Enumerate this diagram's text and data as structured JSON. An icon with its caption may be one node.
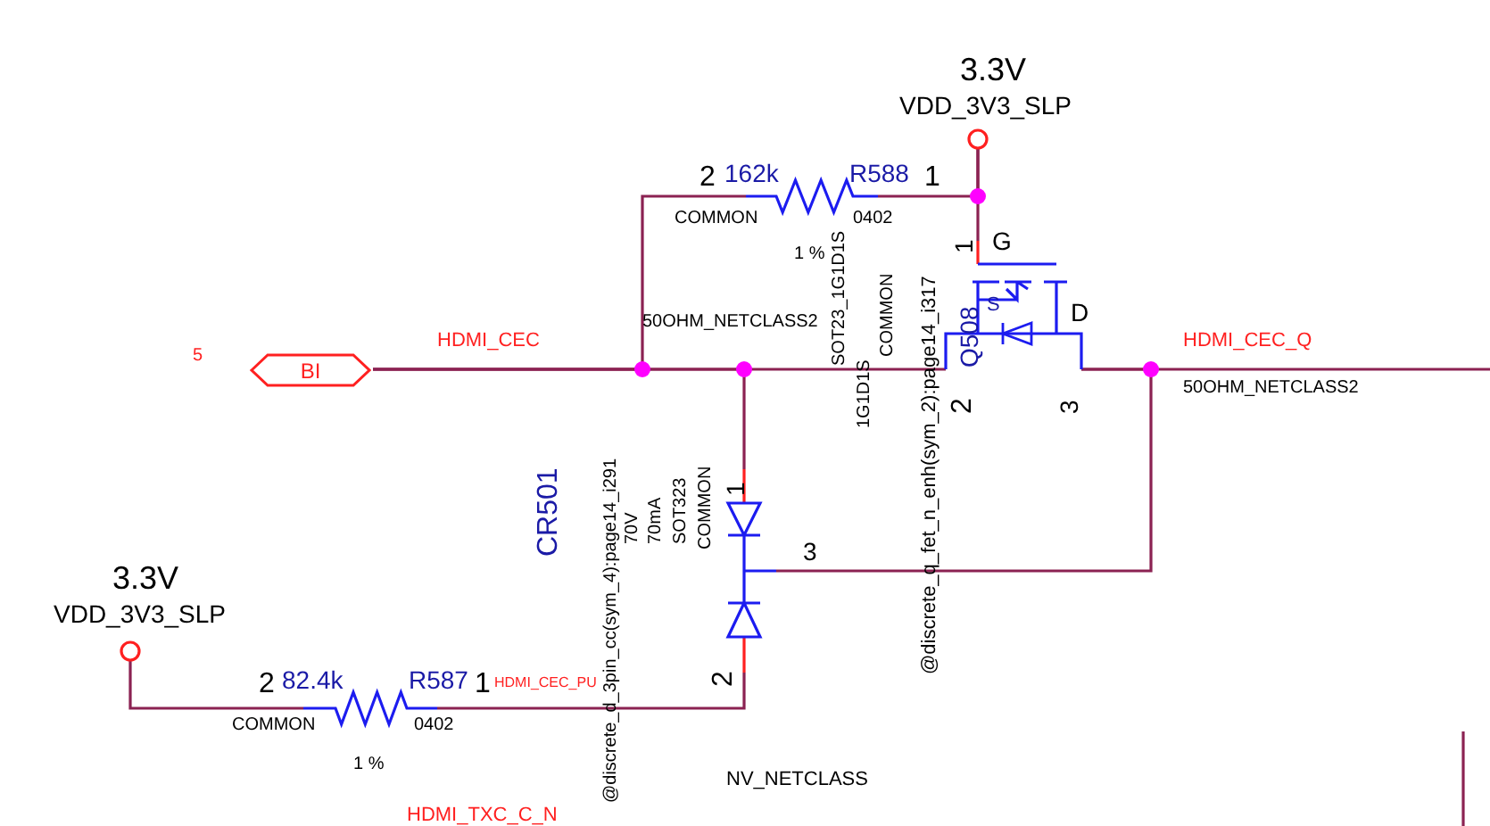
{
  "diagram": {
    "nodes": [
      {
        "text": [
          "BI"
        ]
      },
      {
        "text": [],
        "shape": "circle"
      },
      {
        "text": [],
        "shape": "resistor"
      },
      {
        "text": [],
        "shape": "transistor"
      },
      {
        "text": [],
        "shape": "diode"
      },
      {
        "text": [],
        "shape": "resistor"
      },
      {
        "text": [],
        "shape": "circle"
      }
    ],
    "edges": [
      {
        "from": 1,
        "to": 2,
        "arrow": "none"
      },
      {
        "from": 1,
        "to": 3,
        "arrow": "none"
      },
      {
        "from": 0,
        "to": 2,
        "arrow": "none"
      },
      {
        "from": 0,
        "to": 3,
        "arrow": "none"
      },
      {
        "from": 0,
        "to": 4,
        "arrow": "none"
      },
      {
        "from": 3,
        "to": 4,
        "arrow": "none"
      },
      {
        "from": 3,
        "to": null,
        "arrow": "none"
      },
      {
        "from": 4,
        "to": 5,
        "arrow": "none"
      },
      {
        "from": 6,
        "to": 5,
        "arrow": "none"
      }
    ],
    "labels": [
      "3.3V",
      "VDD_3V3_SLP",
      "2",
      "162k",
      "R588",
      "1",
      "COMMON",
      "0402",
      "1 %",
      "1",
      "G",
      "SOT23_1G1D1S",
      "1G1D1S",
      "COMMON",
      "50OHM_NETCLASS2",
      "Q508",
      "S",
      "D",
      "5",
      "HDMI_CEC",
      "HDMI_CEC_Q",
      "50OHM_NETCLASS2",
      "2",
      "@discrete_q_fet_n_enh(sym_2):page14_i317",
      "3",
      "1",
      "CR501",
      "@discrete_d_3pin_cc(sym_4):page14_i291",
      "70V",
      "70mA",
      "SOT323",
      "COMMON",
      "3",
      "3.3V",
      "VDD_3V3_SLP",
      "2",
      "82.4k",
      "R587",
      "1",
      "HDMI_CEC_PU",
      "COMMON",
      "0402",
      "1 %",
      "2",
      "NV_NETCLASS",
      "HDMI_TXC_C_N"
    ]
  }
}
